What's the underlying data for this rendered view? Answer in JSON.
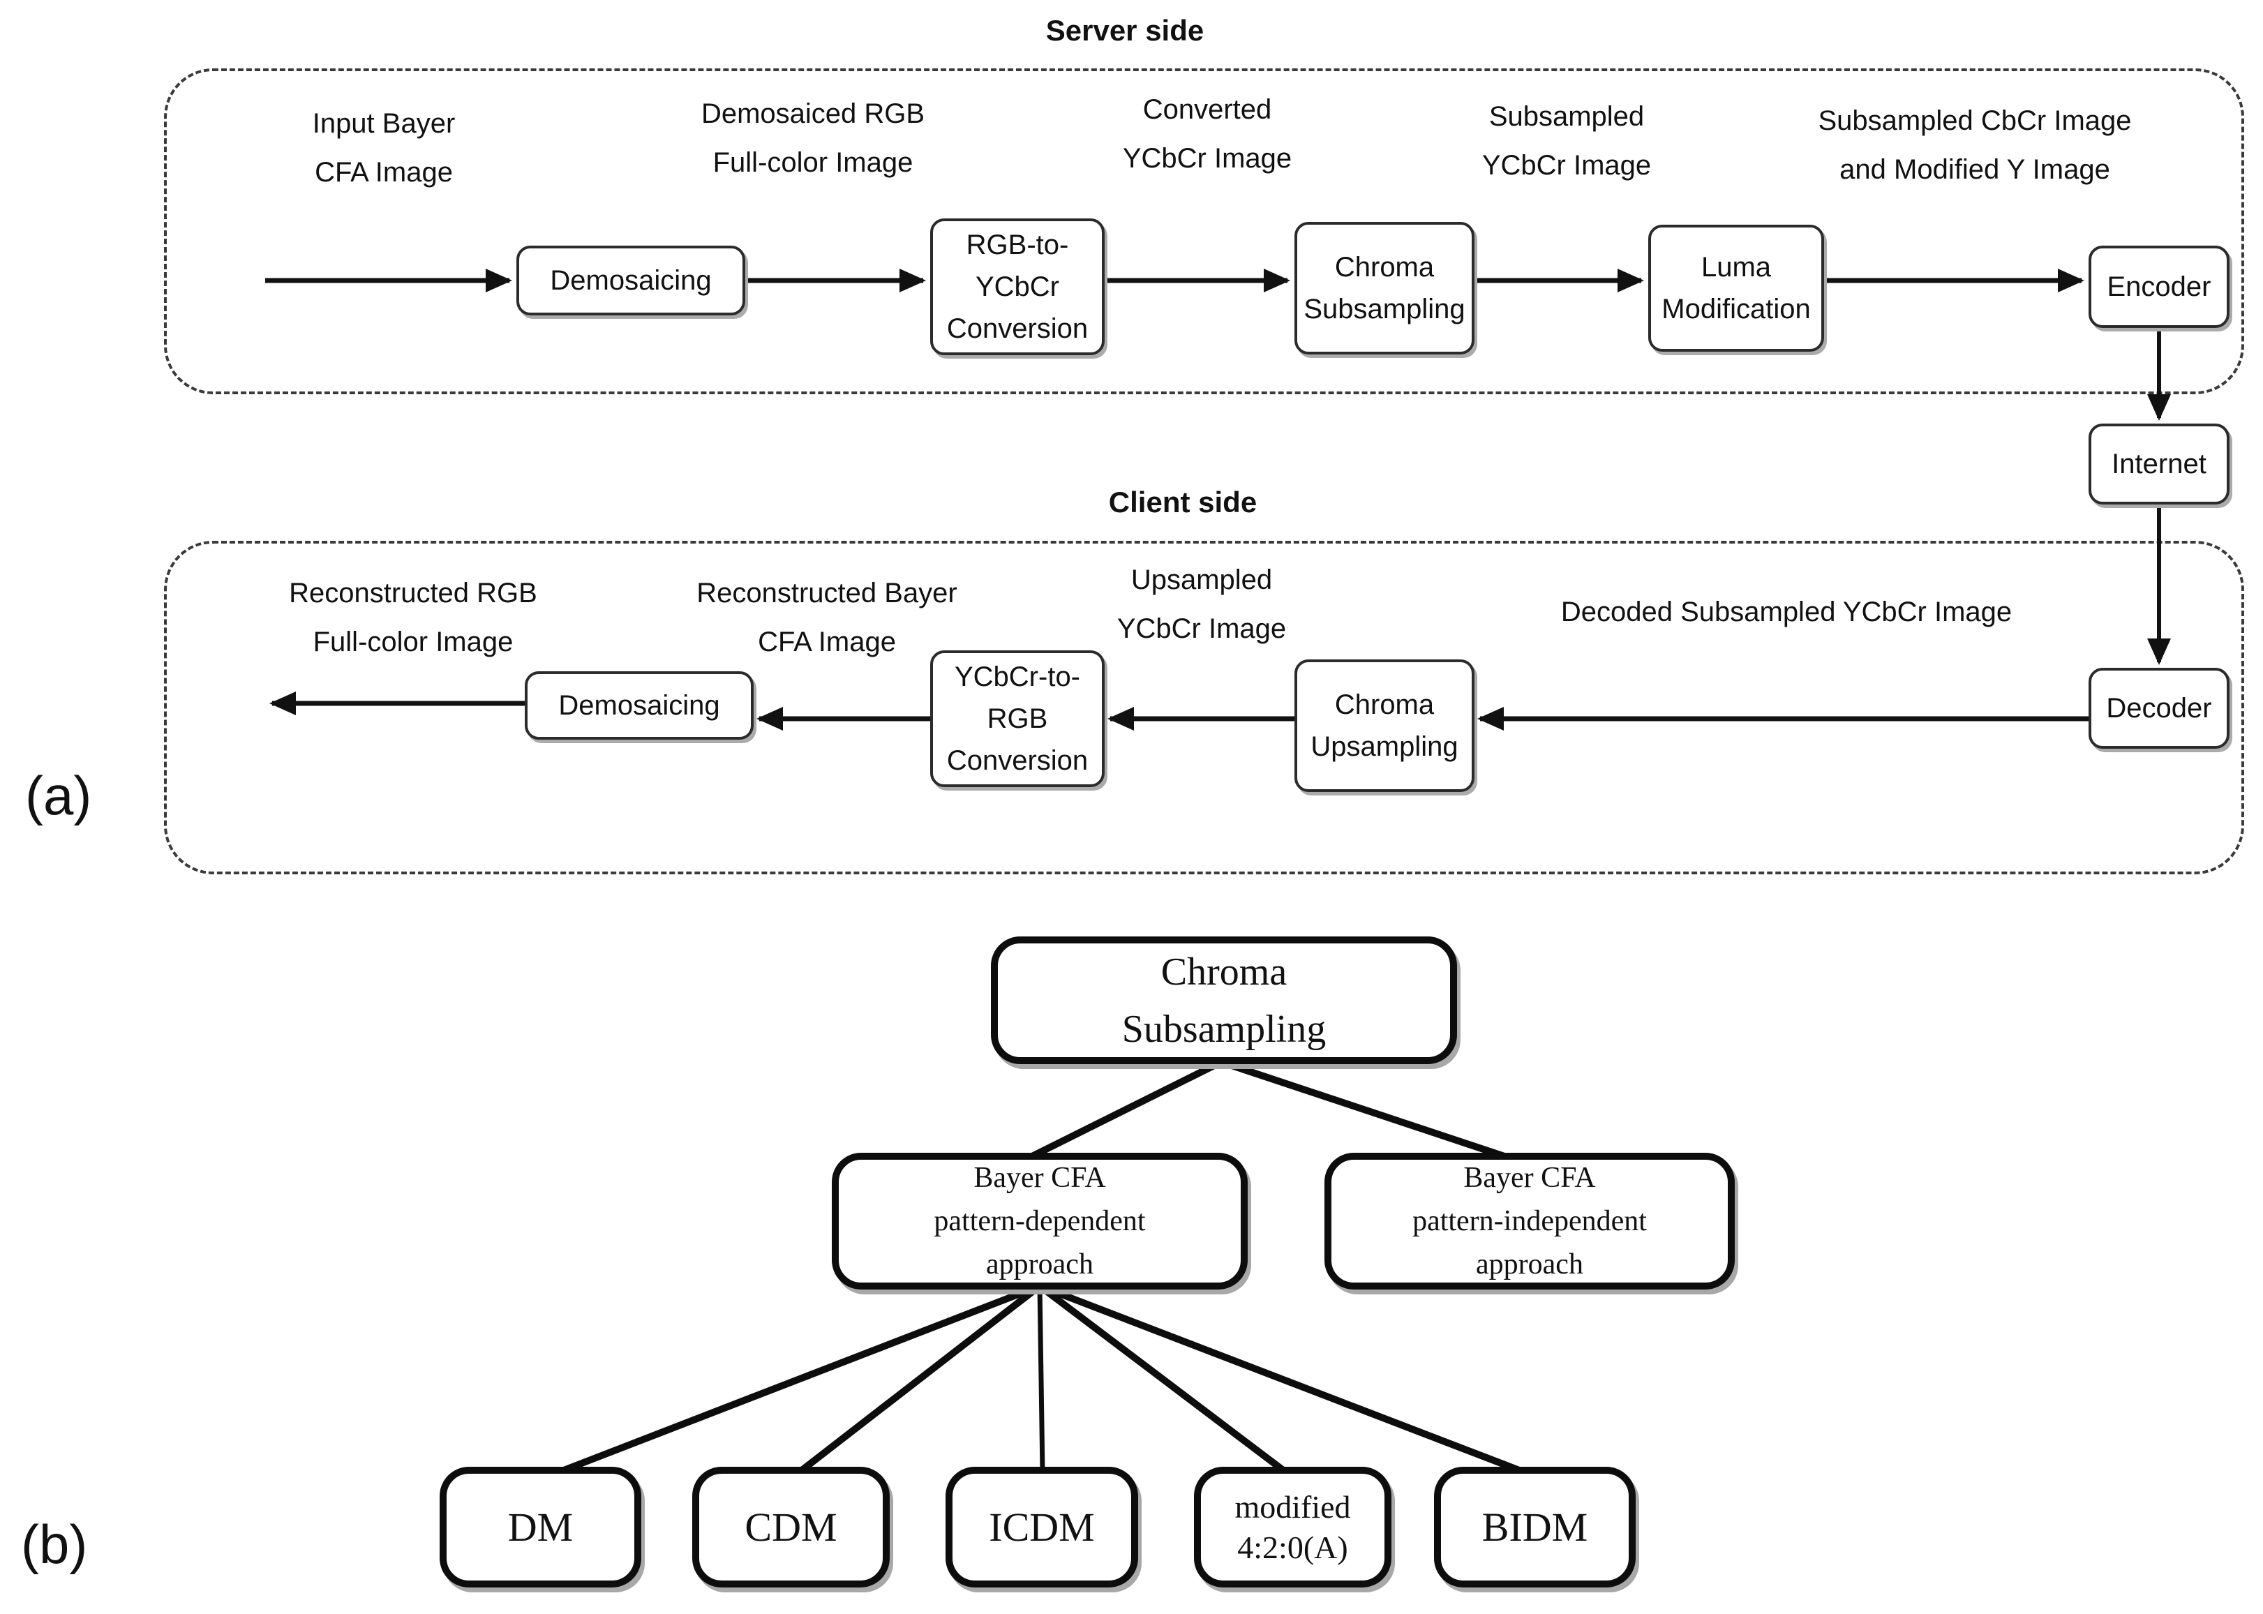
{
  "panel_a": {
    "label": "(a)",
    "server": {
      "title": "Server side",
      "stage_labels": [
        [
          "Input Bayer",
          "CFA Image"
        ],
        [
          "Demosaiced RGB",
          "Full-color Image"
        ],
        [
          "Converted",
          "YCbCr Image"
        ],
        [
          "Subsampled",
          "YCbCr Image"
        ],
        [
          "Subsampled CbCr Image",
          "and Modified Y Image"
        ]
      ],
      "nodes": {
        "demosaicing": [
          "Demosaicing"
        ],
        "rgb_to_ycbcr": [
          "RGB-to-",
          "YCbCr",
          "Conversion"
        ],
        "chroma_subsampling": [
          "Chroma",
          "Subsampling"
        ],
        "luma_modification": [
          "Luma",
          "Modification"
        ],
        "encoder": [
          "Encoder"
        ]
      }
    },
    "link": {
      "internet": [
        "Internet"
      ]
    },
    "client": {
      "title": "Client side",
      "stage_labels": [
        [
          "Reconstructed RGB",
          "Full-color Image"
        ],
        [
          "Reconstructed Bayer",
          "CFA Image"
        ],
        [
          "Upsampled",
          "YCbCr Image"
        ],
        [
          "Decoded Subsampled YCbCr Image"
        ]
      ],
      "nodes": {
        "decoder": [
          "Decoder"
        ],
        "chroma_upsampling": [
          "Chroma",
          "Upsampling"
        ],
        "ycbcr_to_rgb": [
          "YCbCr-to-",
          "RGB",
          "Conversion"
        ],
        "demosaicing": [
          "Demosaicing"
        ]
      }
    }
  },
  "panel_b": {
    "label": "(b)",
    "root": [
      "Chroma",
      "Subsampling"
    ],
    "children": [
      [
        "Bayer CFA",
        "pattern-dependent",
        "approach"
      ],
      [
        "Bayer CFA",
        "pattern-independent",
        "approach"
      ]
    ],
    "leaves": [
      [
        "DM"
      ],
      [
        "CDM"
      ],
      [
        "ICDM"
      ],
      [
        "modified",
        "4:2:0(A)"
      ],
      [
        "BIDM"
      ]
    ]
  },
  "colors": {
    "flow_line": "#111111",
    "tree_line": "#0d0d0d",
    "box_border": "#2b2b2b",
    "thick_border": "#0d0d0d",
    "shadow": "#ababab",
    "dashed_frame": "#3a3a3a"
  }
}
